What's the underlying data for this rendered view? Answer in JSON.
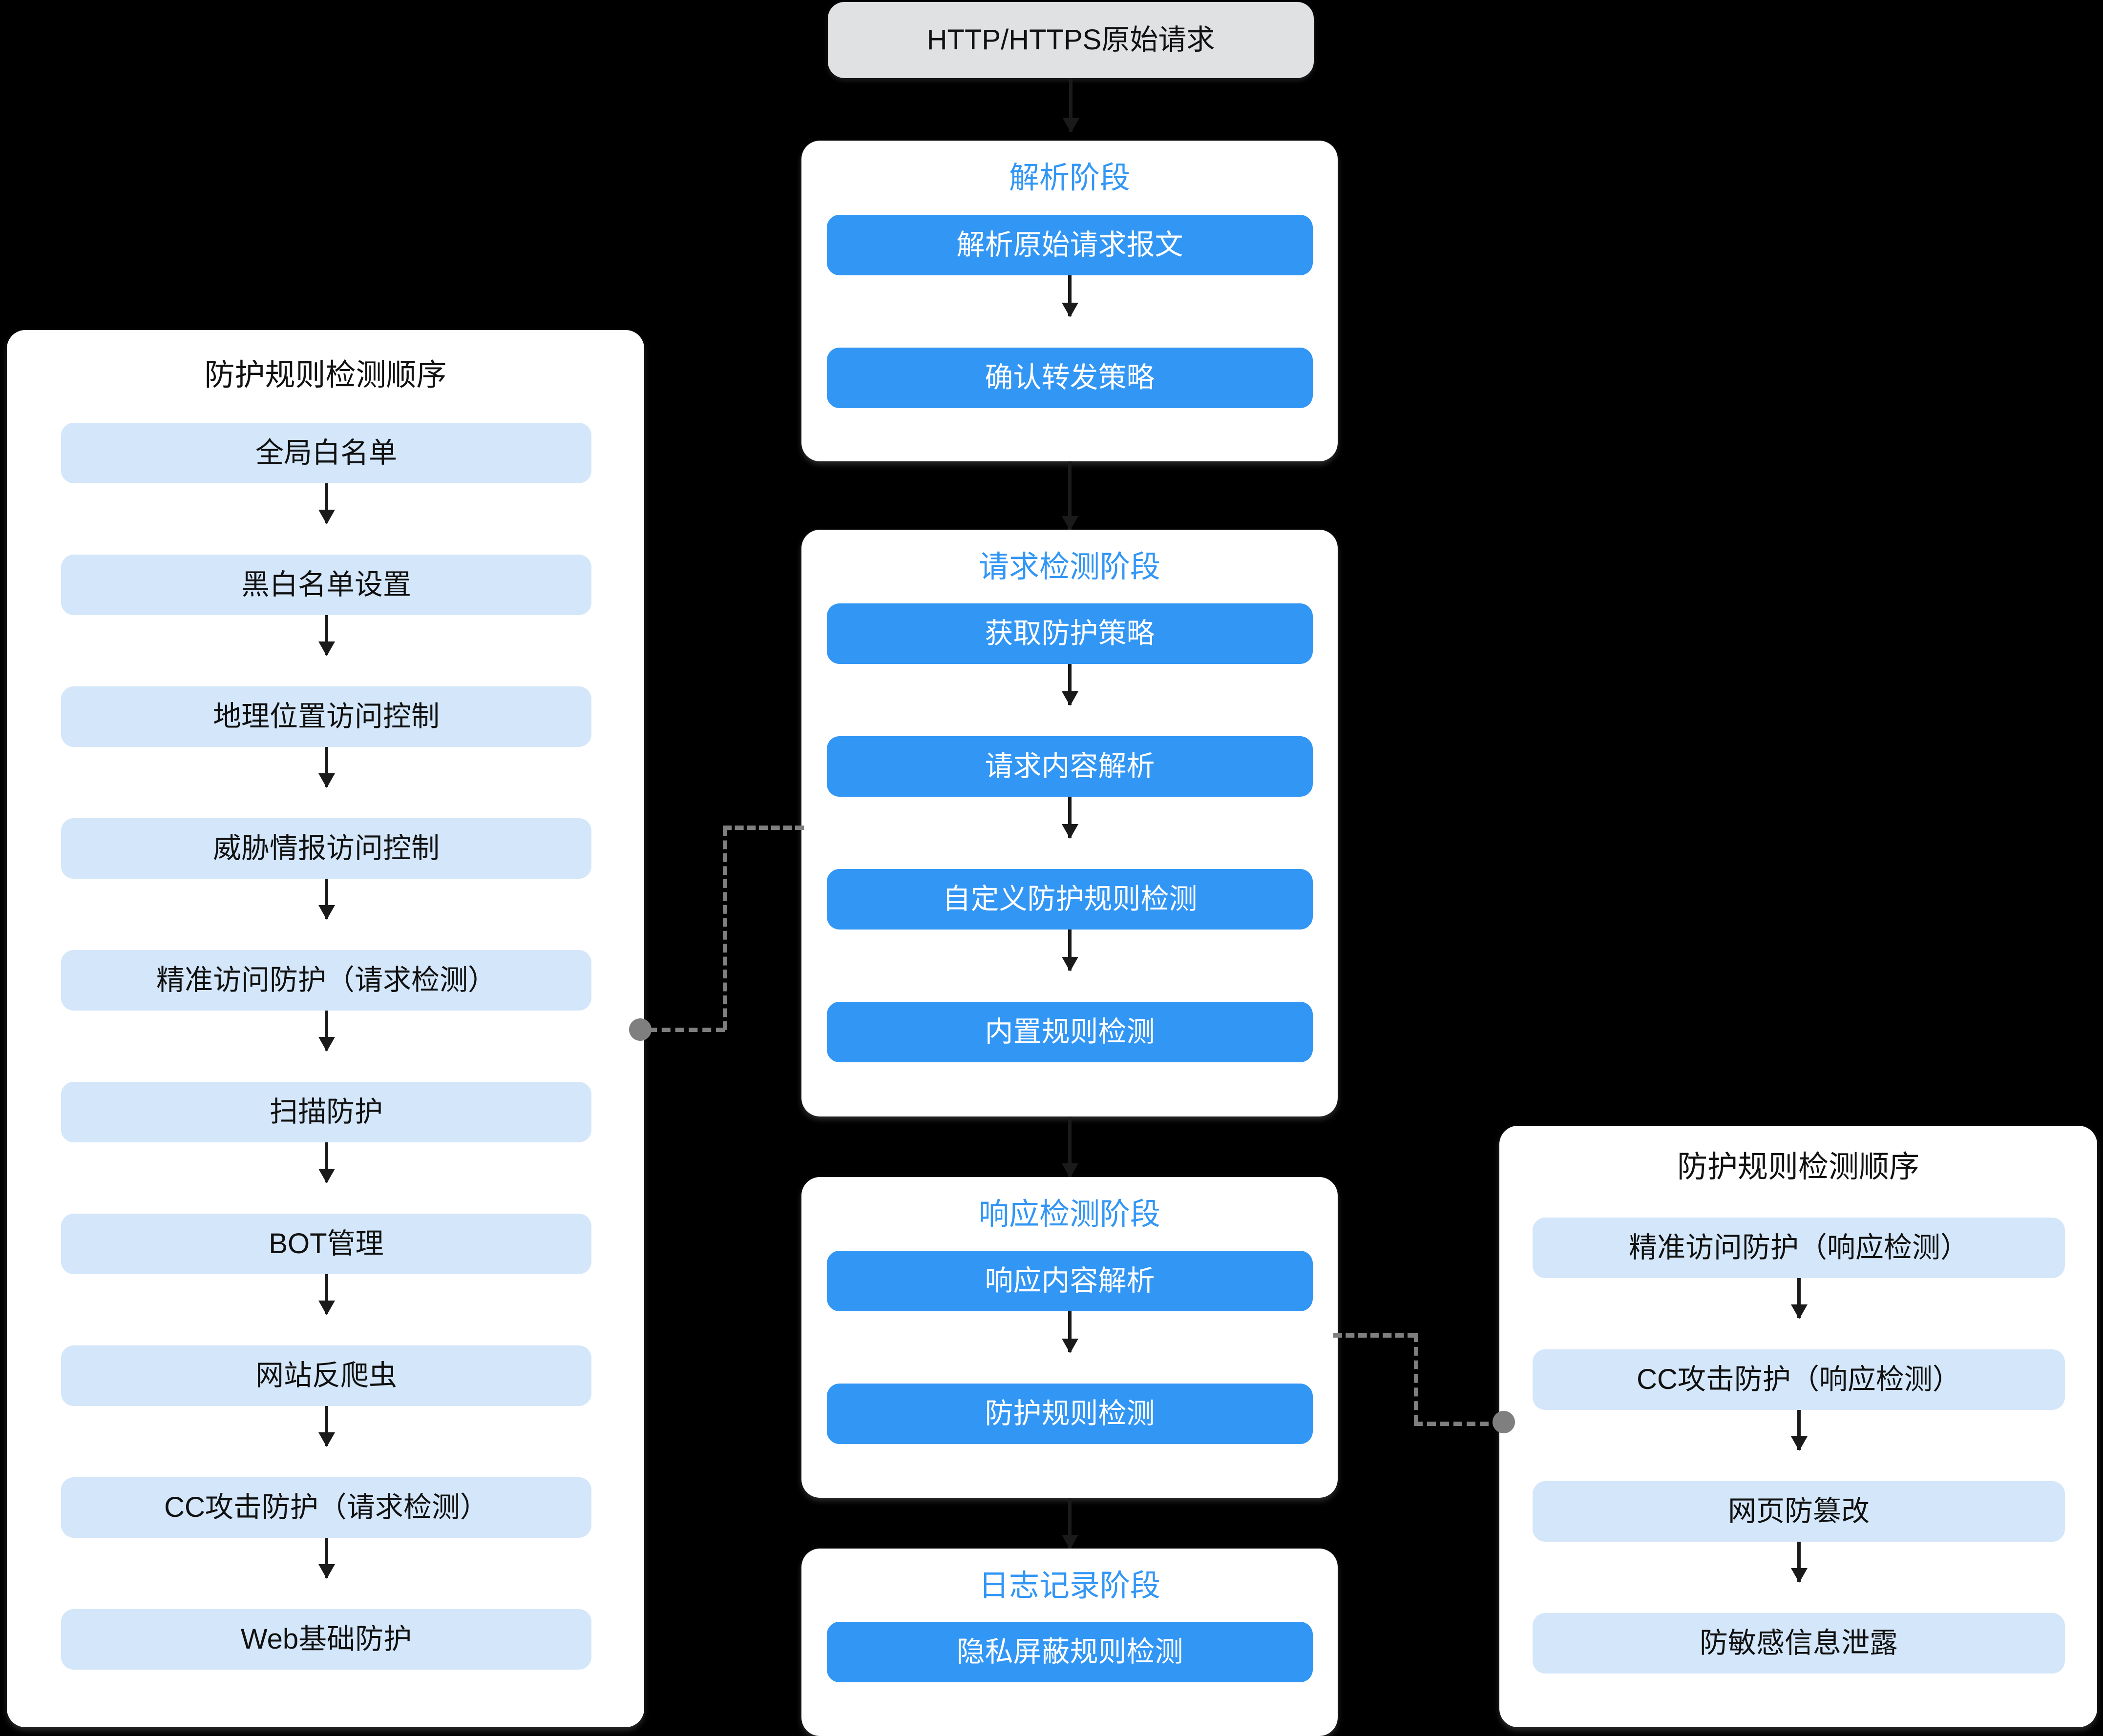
{
  "diagram": {
    "title_entry": "HTTP/HTTPS原始请求",
    "colors": {
      "blue": "#3296f5",
      "light_blue": "#d4e6f9",
      "gray_box": "#dfe1e3",
      "connector_gray": "#7f7f7f",
      "panel_white": "#ffffff",
      "background": "#000000"
    },
    "left_panel": {
      "title": "防护规则检测顺序",
      "items": [
        "全局白名单",
        "黑白名单设置",
        "地理位置访问控制",
        "威胁情报访问控制",
        "精准访问防护（请求检测）",
        "扫描防护",
        "BOT管理",
        "网站反爬虫",
        "CC攻击防护（请求检测）",
        "Web基础防护"
      ]
    },
    "center_stages": [
      {
        "title": "解析阶段",
        "steps": [
          "解析原始请求报文",
          "确认转发策略"
        ]
      },
      {
        "title": "请求检测阶段",
        "steps": [
          "获取防护策略",
          "请求内容解析",
          "自定义防护规则检测",
          "内置规则检测"
        ]
      },
      {
        "title": "响应检测阶段",
        "steps": [
          "响应内容解析",
          "防护规则检测"
        ]
      },
      {
        "title": "日志记录阶段",
        "steps": [
          "隐私屏蔽规则检测"
        ]
      }
    ],
    "right_panel": {
      "title": "防护规则检测顺序",
      "items": [
        "精准访问防护（响应检测）",
        "CC攻击防护（响应检测）",
        "网页防篡改",
        "防敏感信息泄露"
      ]
    }
  }
}
